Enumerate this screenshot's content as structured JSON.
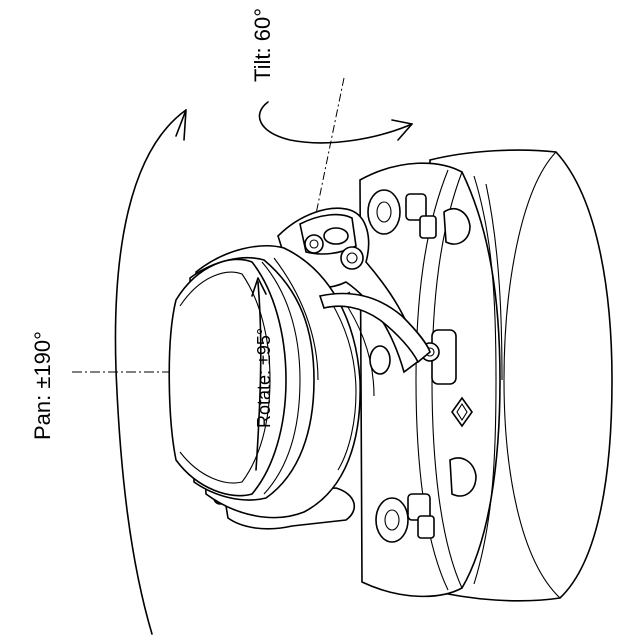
{
  "labels": {
    "pan": "Pan: ±190°",
    "tilt": "Tilt: 60°",
    "rotate": "Rotate: ±95°"
  }
}
